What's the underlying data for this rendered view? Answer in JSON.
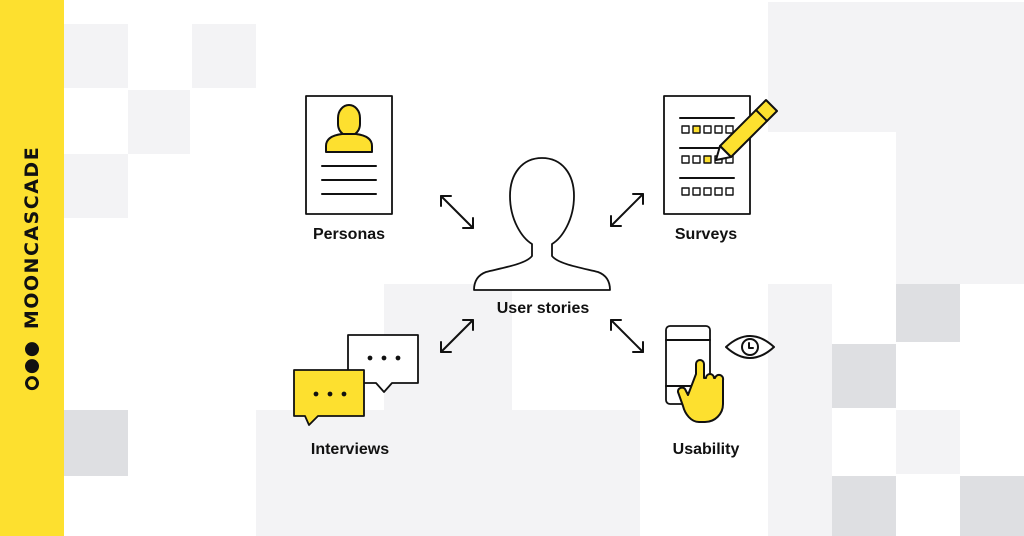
{
  "brand": {
    "name": "MOONCASCADE",
    "logo": "three-circles-logo"
  },
  "colors": {
    "accent": "#fde02f",
    "ink": "#111111",
    "tile_light": "#f3f3f5",
    "tile_dark": "#dedfe2"
  },
  "diagram": {
    "center": {
      "label": "User stories",
      "icon": "user-silhouette-icon"
    },
    "nodes": [
      {
        "id": "personas",
        "label": "Personas",
        "icon": "persona-card-icon"
      },
      {
        "id": "surveys",
        "label": "Surveys",
        "icon": "survey-form-icon"
      },
      {
        "id": "interviews",
        "label": "Interviews",
        "icon": "chat-bubbles-icon"
      },
      {
        "id": "usability",
        "label": "Usability",
        "icon": "phone-touch-eye-icon"
      }
    ],
    "connector": "double-arrow-icon"
  }
}
